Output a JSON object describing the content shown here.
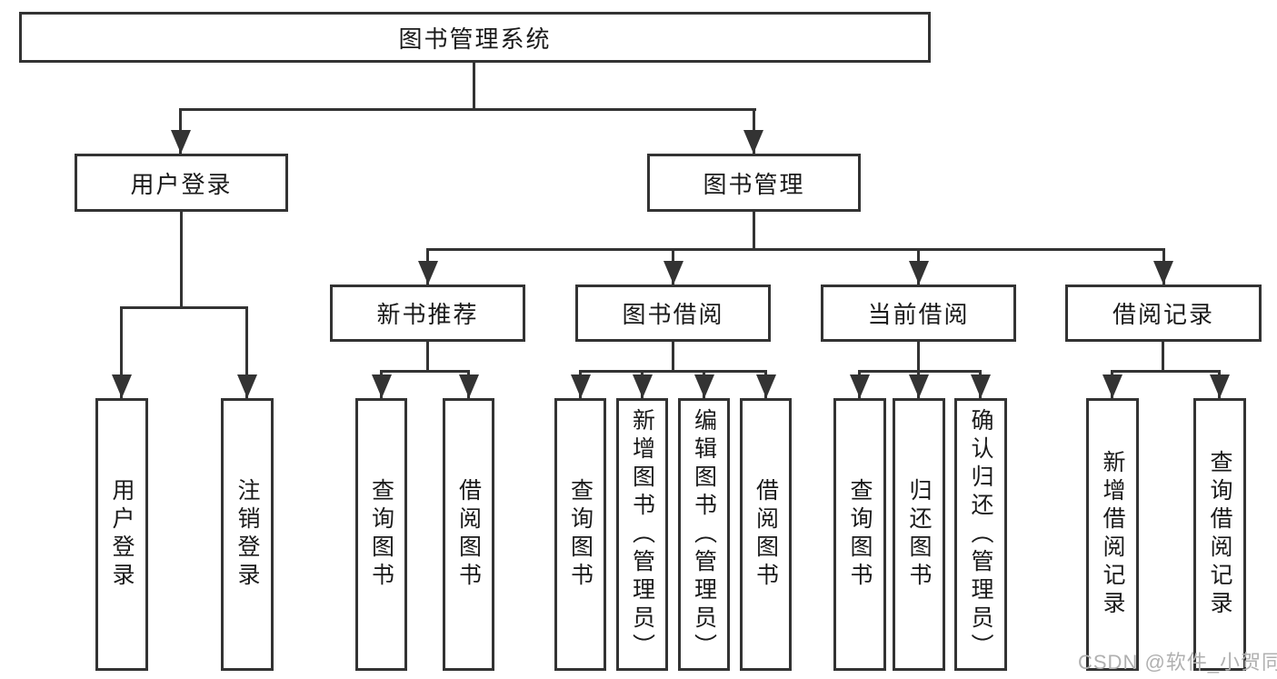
{
  "diagram": {
    "title": "图书管理系统",
    "root": {
      "label": "图书管理系统"
    },
    "level2": [
      {
        "label": "用户登录",
        "children": [
          {
            "label": "用户登录"
          },
          {
            "label": "注销登录"
          }
        ]
      },
      {
        "label": "图书管理",
        "children": [
          {
            "label": "新书推荐",
            "children": [
              {
                "label": "查询图书"
              },
              {
                "label": "借阅图书"
              }
            ]
          },
          {
            "label": "图书借阅",
            "children": [
              {
                "label": "查询图书"
              },
              {
                "label": "新增图书（管理员）"
              },
              {
                "label": "编辑图书（管理员）"
              },
              {
                "label": "借阅图书"
              }
            ]
          },
          {
            "label": "当前借阅",
            "children": [
              {
                "label": "查询图书"
              },
              {
                "label": "归还图书"
              },
              {
                "label": "确认归还（管理员）"
              }
            ]
          },
          {
            "label": "借阅记录",
            "children": [
              {
                "label": "新增借阅记录"
              },
              {
                "label": "查询借阅记录"
              }
            ]
          }
        ]
      }
    ]
  },
  "watermark": {
    "text": "CSDN @软件_小贺同学"
  },
  "colors": {
    "line": "#333333",
    "text": "#1a1a1a",
    "background": "#ffffff",
    "watermark": "#b0b0b0"
  }
}
